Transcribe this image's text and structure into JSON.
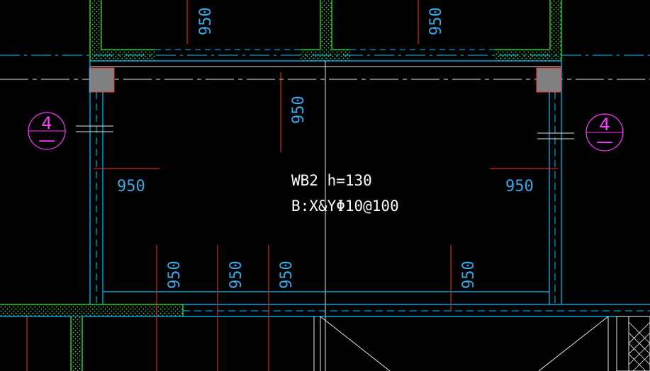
{
  "drawing": {
    "colors": {
      "background": "#000000",
      "wall_cyan": "#00c8ff",
      "white_line": "#e6e6e6",
      "dim_red": "#ff3030",
      "dim_text_blue": "#3aa7e6",
      "wall_green": "#2ec02e",
      "hatch_green": "#4cd64c",
      "column_gray": "#808080",
      "axis_magenta": "#ff3cff",
      "label_white": "#ffffff"
    },
    "slab": {
      "name": "WB2  h=130",
      "reinforcement": "B:X&YΦ10@100"
    },
    "axis_marks": [
      {
        "id": "axis-left",
        "number": "4",
        "sub": "—"
      },
      {
        "id": "axis-right",
        "number": "4",
        "sub": "—"
      }
    ],
    "dimensions": [
      {
        "id": "dim-top-left",
        "text": "950"
      },
      {
        "id": "dim-top-right",
        "text": "950"
      },
      {
        "id": "dim-center-upper",
        "text": "950"
      },
      {
        "id": "dim-left-horizontal",
        "text": "950"
      },
      {
        "id": "dim-right-horizontal",
        "text": "950"
      },
      {
        "id": "dim-bottom-1",
        "text": "950"
      },
      {
        "id": "dim-bottom-2",
        "text": "950"
      },
      {
        "id": "dim-bottom-3",
        "text": "950"
      },
      {
        "id": "dim-bottom-4",
        "text": "950"
      }
    ]
  }
}
